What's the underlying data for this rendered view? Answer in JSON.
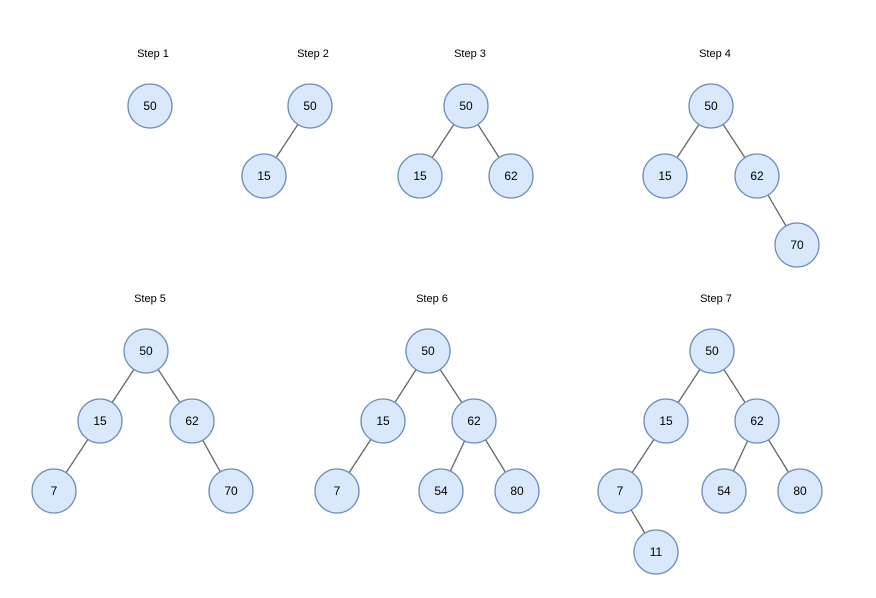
{
  "steps": [
    {
      "title": "Step 1",
      "nodes": [
        {
          "id": "n50",
          "label": "50"
        }
      ],
      "edges": []
    },
    {
      "title": "Step 2",
      "nodes": [
        {
          "id": "n50",
          "label": "50"
        },
        {
          "id": "n15",
          "label": "15"
        }
      ],
      "edges": [
        [
          "n50",
          "n15"
        ]
      ]
    },
    {
      "title": "Step 3",
      "nodes": [
        {
          "id": "n50",
          "label": "50"
        },
        {
          "id": "n15",
          "label": "15"
        },
        {
          "id": "n62",
          "label": "62"
        }
      ],
      "edges": [
        [
          "n50",
          "n15"
        ],
        [
          "n50",
          "n62"
        ]
      ]
    },
    {
      "title": "Step 4",
      "nodes": [
        {
          "id": "n50",
          "label": "50"
        },
        {
          "id": "n15",
          "label": "15"
        },
        {
          "id": "n62",
          "label": "62"
        },
        {
          "id": "n70",
          "label": "70"
        }
      ],
      "edges": [
        [
          "n50",
          "n15"
        ],
        [
          "n50",
          "n62"
        ],
        [
          "n62",
          "n70"
        ]
      ]
    },
    {
      "title": "Step 5",
      "nodes": [
        {
          "id": "n50",
          "label": "50"
        },
        {
          "id": "n15",
          "label": "15"
        },
        {
          "id": "n62",
          "label": "62"
        },
        {
          "id": "n7",
          "label": "7"
        },
        {
          "id": "n70",
          "label": "70"
        }
      ],
      "edges": [
        [
          "n50",
          "n15"
        ],
        [
          "n50",
          "n62"
        ],
        [
          "n15",
          "n7"
        ],
        [
          "n62",
          "n70"
        ]
      ]
    },
    {
      "title": "Step 6",
      "nodes": [
        {
          "id": "n50",
          "label": "50"
        },
        {
          "id": "n15",
          "label": "15"
        },
        {
          "id": "n62",
          "label": "62"
        },
        {
          "id": "n7",
          "label": "7"
        },
        {
          "id": "n54",
          "label": "54"
        },
        {
          "id": "n80",
          "label": "80"
        }
      ],
      "edges": [
        [
          "n50",
          "n15"
        ],
        [
          "n50",
          "n62"
        ],
        [
          "n15",
          "n7"
        ],
        [
          "n62",
          "n54"
        ],
        [
          "n62",
          "n80"
        ]
      ]
    },
    {
      "title": "Step 7",
      "nodes": [
        {
          "id": "n50",
          "label": "50"
        },
        {
          "id": "n15",
          "label": "15"
        },
        {
          "id": "n62",
          "label": "62"
        },
        {
          "id": "n7",
          "label": "7"
        },
        {
          "id": "n54",
          "label": "54"
        },
        {
          "id": "n80",
          "label": "80"
        },
        {
          "id": "n11",
          "label": "11"
        }
      ],
      "edges": [
        [
          "n50",
          "n15"
        ],
        [
          "n50",
          "n62"
        ],
        [
          "n15",
          "n7"
        ],
        [
          "n62",
          "n54"
        ],
        [
          "n62",
          "n80"
        ],
        [
          "n7",
          "n11"
        ]
      ]
    }
  ]
}
